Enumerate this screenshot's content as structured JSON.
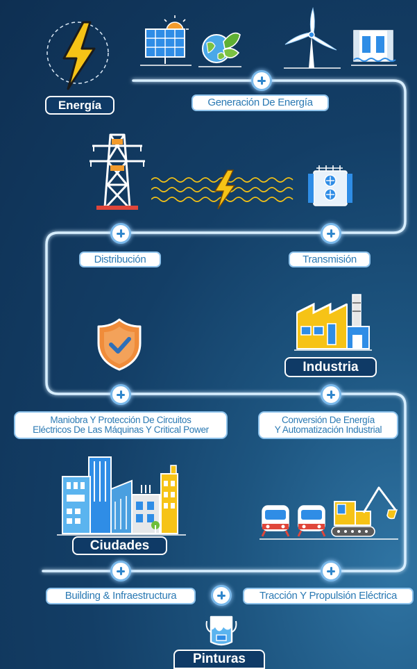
{
  "title": "Energía",
  "steps": {
    "generacion": "Generación De Energía",
    "distribucion": "Distribución",
    "transmision": "Transmisión",
    "maniobra_line1": "Maniobra Y Protección De Circuitos",
    "maniobra_line2": "Eléctricos De Las Máquinas Y Critical Power",
    "conversion_line1": "Conversión De Energía",
    "conversion_line2": "Y Automatización Industrial",
    "building": "Building & Infraestructura",
    "traccion": "Tracción Y Propulsión Eléctrica"
  },
  "sectors": {
    "industria": "Industria",
    "ciudades": "Ciudades",
    "pinturas": "Pinturas"
  },
  "colors": {
    "background": "#133e66",
    "path_glow": "#bfe2ff",
    "accent_blue": "#2a79b3",
    "bolt_yellow": "#f6c316"
  }
}
